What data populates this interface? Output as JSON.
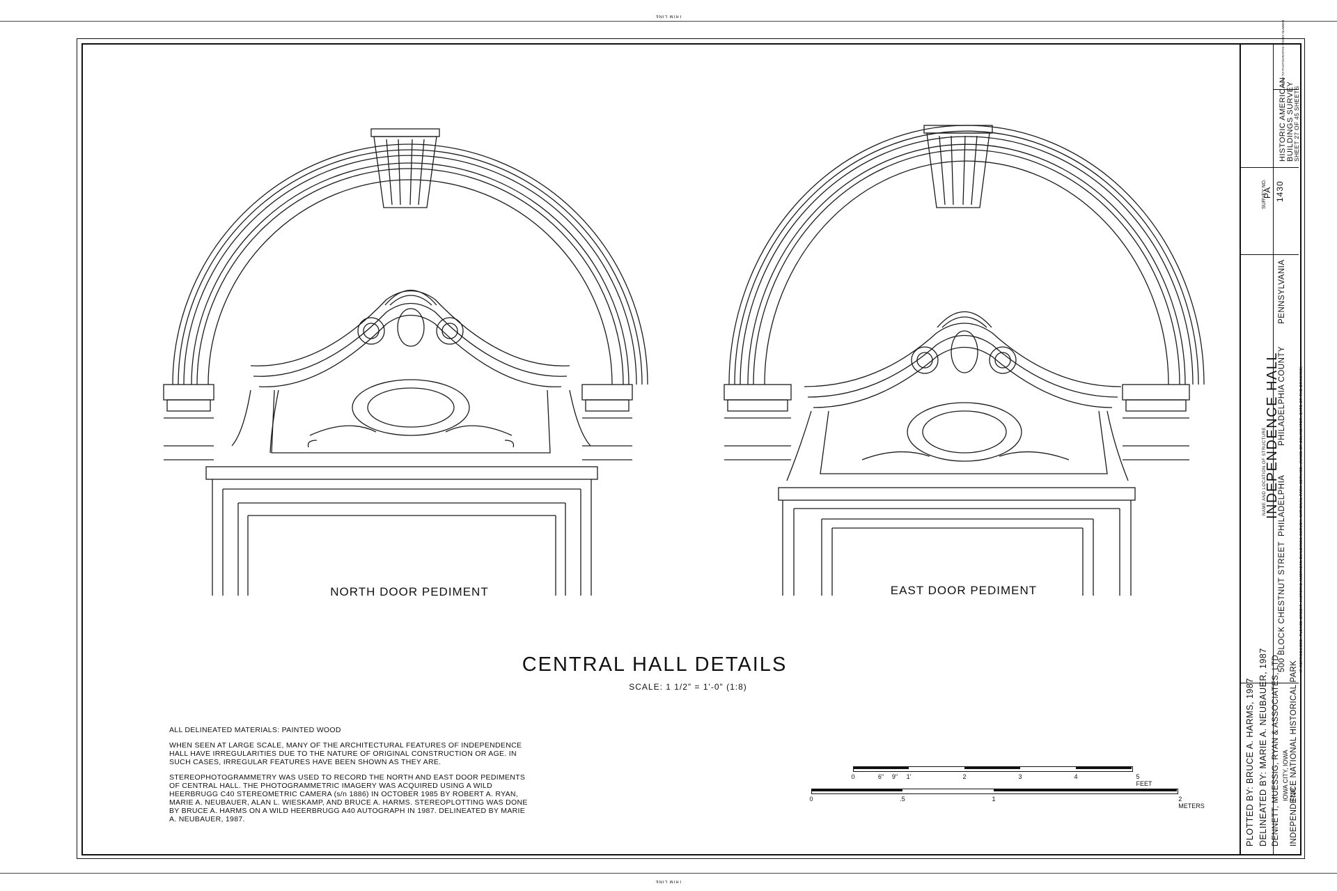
{
  "trim_line": "TRIM LINE",
  "drawings": {
    "north": {
      "label": "NORTH DOOR PEDIMENT"
    },
    "east": {
      "label": "EAST DOOR PEDIMENT"
    }
  },
  "sheet": {
    "title": "CENTRAL HALL DETAILS",
    "scale": "SCALE: 1 1/2\" = 1'-0\" (1:8)"
  },
  "notes": {
    "materials": "ALL DELINEATED MATERIALS:  PAINTED WOOD",
    "irregularities": "WHEN SEEN AT LARGE SCALE, MANY OF THE ARCHITECTURAL FEATURES OF INDEPENDENCE HALL HAVE IRREGULARITIES DUE TO THE NATURE OF ORIGINAL CONSTRUCTION OR AGE.  IN SUCH CASES, IRREGULAR FEATURES HAVE BEEN SHOWN AS THEY ARE.",
    "method": "STEREOPHOTOGRAMMETRY WAS USED TO RECORD THE NORTH AND EAST DOOR PEDIMENTS OF CENTRAL HALL.  THE PHOTOGRAMMETRIC IMAGERY WAS ACQUIRED USING A WILD HEERBRUGG C40 STEREOMETRIC CAMERA (s/n 1886) IN OCTOBER 1985 BY ROBERT A. RYAN, MARIE A. NEUBAUER, ALAN L. WIESKAMP, AND BRUCE A. HARMS.  STEREOPLOTTING WAS DONE BY BRUCE A. HARMS ON A WILD HEERBRUGG A40 AUTOGRAPH IN 1987.  DELINEATED BY MARIE A. NEUBAUER, 1987."
  },
  "scale_bars": {
    "feet": {
      "ticks": [
        "0",
        "6\"",
        "9\"",
        "1'",
        "2",
        "3",
        "4",
        "5 FEET"
      ]
    },
    "meters": {
      "ticks": [
        "0",
        ".5",
        "1",
        "2 METERS"
      ]
    }
  },
  "credits": {
    "plotted_by": "PLOTTED BY:  BRUCE A. HARMS, 1987",
    "delineated_by": "DELINEATED BY:  MARIE A. NEUBAUER, 1987",
    "firm": "DENNETT, MUESSIG, RYAN & ASSOCIATES, LTD.",
    "city": "IOWA CITY, IOWA",
    "for": "FOR",
    "park": "INDEPENDENCE NATIONAL HISTORICAL PARK"
  },
  "title_block": {
    "name_caption": "NAME AND LOCATION OF STRUCTURE",
    "structure": "INDEPENDENCE HALL",
    "street": "500 BLOCK CHESTNUT STREET",
    "city": "PHILADELPHIA",
    "county": "PHILADELPHIA COUNTY",
    "state": "PENNSYLVANIA",
    "credit_note": "IF REPRODUCED, PLEASE CREDIT: HISTORIC AMERICAN BUILDINGS SURVEY, NATIONAL PARK SERVICE, (NAME OF DELINEATOR, DATE OF THE DRAWING)",
    "survey_label": "SURVEY NO.",
    "survey_state": "PA",
    "survey_number": "1430",
    "habs_1": "HISTORIC AMERICAN",
    "habs_2": "BUILDINGS SURVEY",
    "sheet_of": "SHEET 27 OF 45 SHEETS",
    "index_caption": "INDEX TO PHOTOGRAPHS / INDEX NUMBER"
  }
}
